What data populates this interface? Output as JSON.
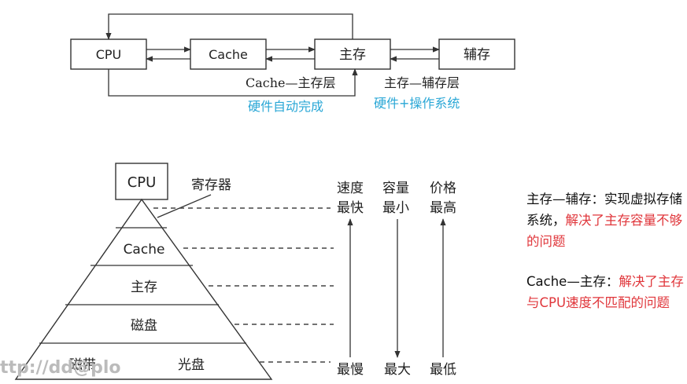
{
  "top_diagram": {
    "cpu": "CPU",
    "cache": "Cache",
    "main_memory": "主存",
    "aux_memory": "辅存",
    "layer_cache_main": "Cache—主存层",
    "layer_main_aux": "主存—辅存层",
    "impl_cache_main": "硬件自动完成",
    "impl_main_aux": "硬件+操作系统"
  },
  "pyramid": {
    "top_box": "CPU",
    "register_label": "寄存器",
    "levels": [
      "Cache",
      "主存",
      "磁盘"
    ],
    "bottom_left": "磁带",
    "bottom_right": "光盘"
  },
  "axes": {
    "headers": [
      "速度",
      "容量",
      "价格"
    ],
    "top_values": [
      "最快",
      "最小",
      "最高"
    ],
    "bottom_values": [
      "最慢",
      "最大",
      "最低"
    ]
  },
  "notes": {
    "n1_black": "主存—辅存：实现虚拟存储系统，",
    "n1_red": "解决了主存容量不够的问题",
    "n2_black": "Cache—主存：",
    "n2_red": "解决了主存与CPU速度不匹配的问题"
  },
  "watermark": "ttp://dd@plo"
}
